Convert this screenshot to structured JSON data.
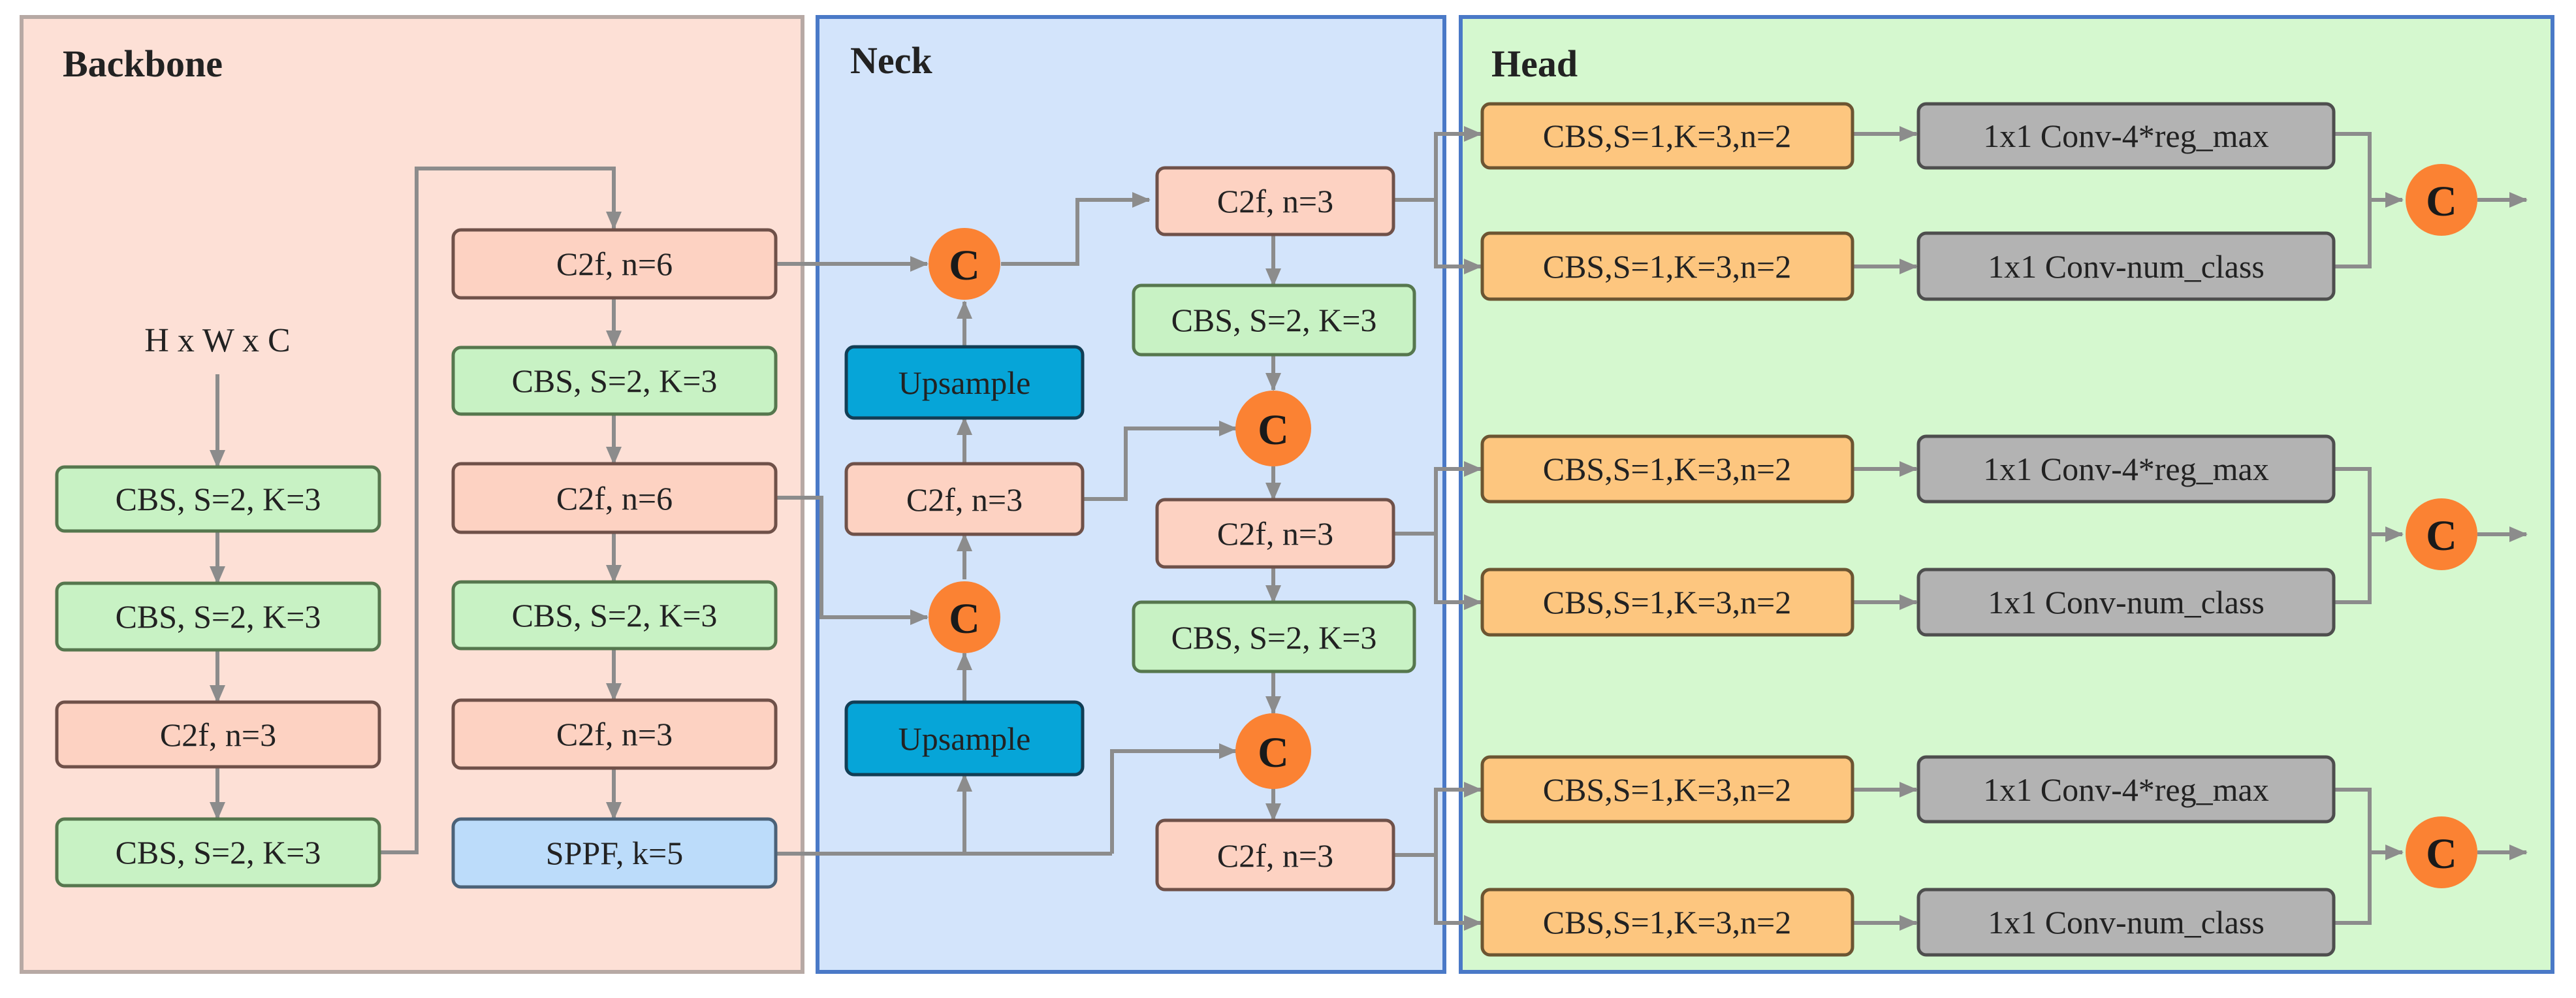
{
  "panels": {
    "backbone": "Backbone",
    "neck": "Neck",
    "head": "Head"
  },
  "colors": {
    "backbone_bg": "#fde0d6",
    "backbone_border": "#b7a9a4",
    "neck_bg": "#d3e4fb",
    "neck_border": "#4a79c7",
    "head_bg": "#d5f8cf",
    "head_border": "#4a79c7",
    "cbs_fill": "#c8f2c4",
    "cbs_stroke": "#56774e",
    "c2f_fill": "#fdd2c2",
    "c2f_stroke": "#6f5149",
    "sppf_fill": "#bcdcfa",
    "sppf_stroke": "#4b6278",
    "upsample_fill": "#06a5d8",
    "upsample_stroke": "#123e55",
    "head_cbs_fill": "#fdc67f",
    "head_cbs_stroke": "#6c5532",
    "conv_fill": "#b3b3b3",
    "conv_stroke": "#4e4e4e",
    "concat_fill": "#fb8233",
    "arrow": "#8c8c8c"
  },
  "backbone": {
    "input_label": "H x W x C",
    "col1": [
      "CBS, S=2, K=3",
      "CBS, S=2, K=3",
      "C2f, n=3",
      "CBS, S=2, K=3"
    ],
    "col2": [
      "C2f, n=6",
      "CBS, S=2, K=3",
      "C2f, n=6",
      "CBS, S=2, K=3",
      "C2f, n=3",
      "SPPF, k=5"
    ]
  },
  "neck": {
    "upsample_top": "Upsample",
    "c2f_mid": "C2f, n=3",
    "upsample_bottom": "Upsample",
    "concat_label": "C",
    "right_col": [
      "C2f, n=3",
      "CBS, S=2, K=3",
      "C2f, n=3",
      "CBS, S=2, K=3",
      "C2f, n=3"
    ]
  },
  "head": {
    "cbs_label": "CBS,S=1,K=3,n=2",
    "reg_label": "1x1 Conv-4*reg_max",
    "cls_label": "1x1 Conv-num_class",
    "concat_label": "C"
  }
}
